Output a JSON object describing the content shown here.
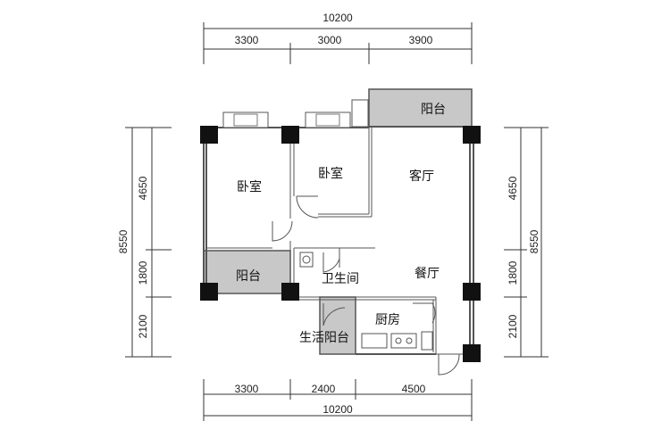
{
  "dimensions": {
    "top_total": "10200",
    "top_segments": [
      "3300",
      "3000",
      "3900"
    ],
    "bottom_total": "10200",
    "bottom_segments": [
      "3300",
      "2400",
      "4500"
    ],
    "left_total": "8550",
    "left_segments": [
      "4650",
      "1800",
      "2100"
    ],
    "right_total": "8550",
    "right_segments": [
      "4650",
      "1800",
      "2100"
    ]
  },
  "rooms": {
    "bedroom_1": "卧室",
    "bedroom_2": "卧室",
    "living_room": "客厅",
    "dining_room": "餐厅",
    "balcony_top": "阳台",
    "balcony_left": "阳台",
    "bathroom": "卫生间",
    "kitchen": "厨房",
    "utility_balcony": "生活阳台"
  },
  "colors": {
    "balcony_fill": "#c8c8c8",
    "column": "#111111"
  }
}
